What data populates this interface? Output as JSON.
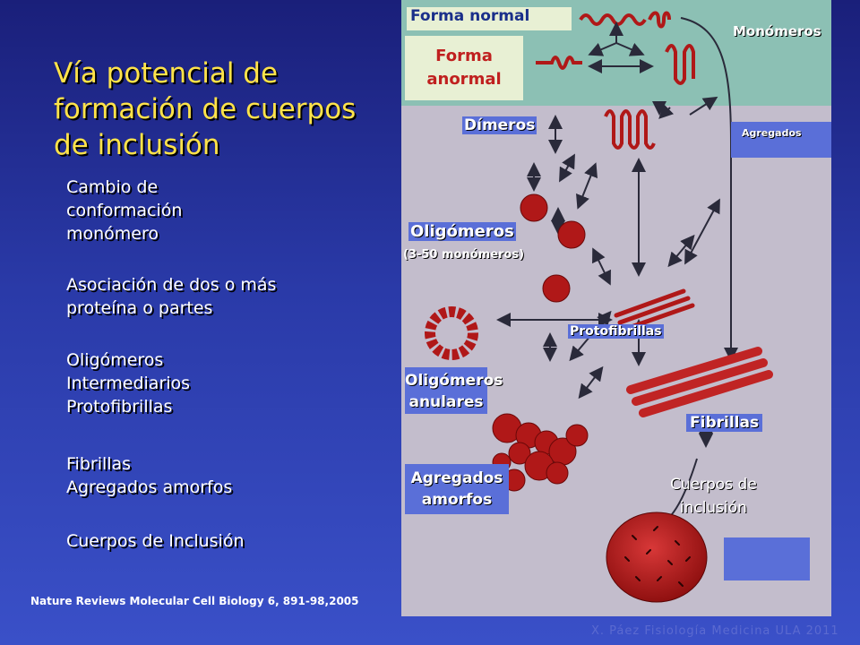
{
  "title": "Vía potencial de formación de cuerpos de inclusión",
  "left_items": {
    "cambio": [
      "Cambio de",
      "conformación",
      "monómero"
    ],
    "asociacion": [
      "Asociación de dos o más",
      "proteína o partes"
    ],
    "oligomeros": [
      "Oligómeros",
      "Intermediarios",
      "Protofibrillas"
    ],
    "fibrillas": [
      "Fibrillas",
      "Agregados amorfos"
    ],
    "cuerpos": "Cuerpos de Inclusión"
  },
  "citation": "Nature Reviews Molecular Cell Biology 6, 891-98,2005",
  "credit": "X. Páez Fisiología Medicina ULA 2011",
  "figure": {
    "forma_normal": "Forma normal",
    "forma_anormal": [
      "Forma",
      "anormal"
    ],
    "monomeros": "Monómeros",
    "dimeros": "Dímeros",
    "agregados": "Agregados",
    "oligomeros": "Oligómeros",
    "oligomeros_sub": "(3-50 monómeros)",
    "protofibrillas": "Protofibrillas",
    "oligomeros_anulares": [
      "Oligómeros",
      "anulares"
    ],
    "fibrillas": "Fibrillas",
    "agregados_amorfos": [
      "Agregados",
      "amorfos"
    ],
    "cuerpos_inclusion": [
      "Cuerpos de",
      "inclusión"
    ]
  },
  "colors": {
    "background": "#2a3aa8",
    "title": "#ffe34a",
    "label_red": "#c0201f",
    "protein_red": "#b01818"
  }
}
